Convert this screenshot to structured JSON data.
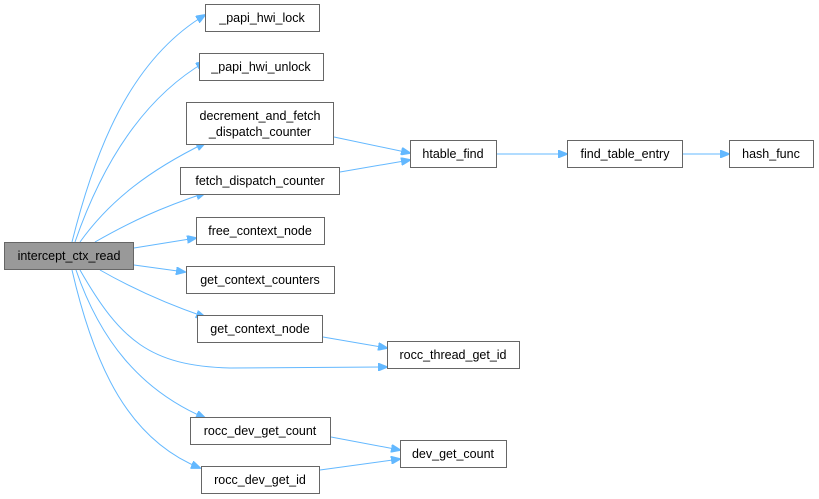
{
  "colors": {
    "edge": "#63b8ff",
    "root_fill": "#999999",
    "node_border": "#666666",
    "node_fill": "#ffffff"
  },
  "nodes": {
    "intercept_ctx_read": "intercept_ctx_read",
    "papi_hwi_lock": "_papi_hwi_lock",
    "papi_hwi_unlock": "_papi_hwi_unlock",
    "decrement_line1": "decrement_and_fetch",
    "decrement_line2": "_dispatch_counter",
    "fetch_dispatch_counter": "fetch_dispatch_counter",
    "free_context_node": "free_context_node",
    "get_context_counters": "get_context_counters",
    "get_context_node": "get_context_node",
    "rocc_thread_get_id": "rocc_thread_get_id",
    "rocc_dev_get_count": "rocc_dev_get_count",
    "rocc_dev_get_id": "rocc_dev_get_id",
    "dev_get_count": "dev_get_count",
    "htable_find": "htable_find",
    "find_table_entry": "find_table_entry",
    "hash_func": "hash_func"
  }
}
